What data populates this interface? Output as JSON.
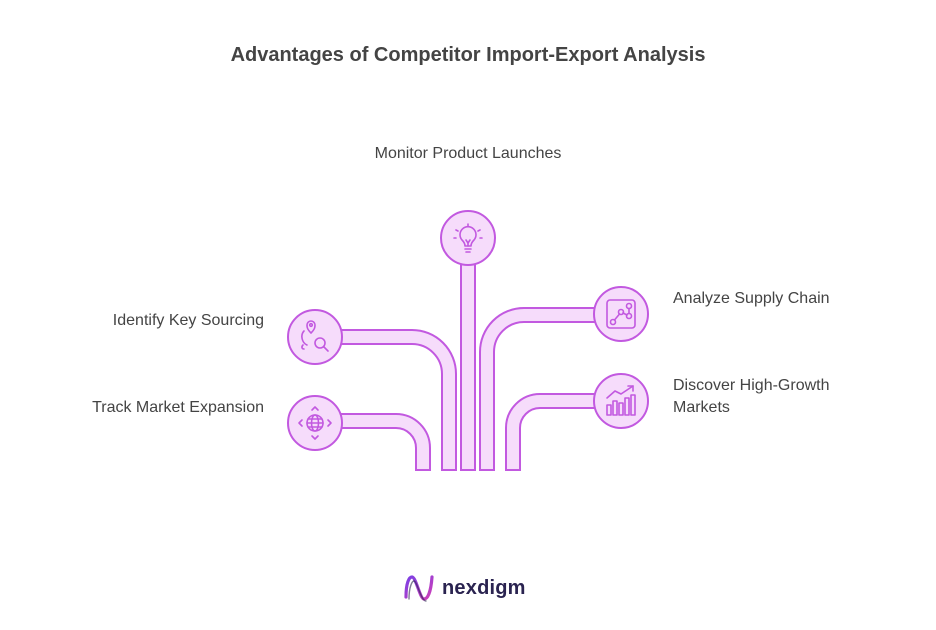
{
  "title": "Advantages of Competitor Import-Export Analysis",
  "items": {
    "monitor": {
      "label": "Monitor Product Launches",
      "icon": "lightbulb-icon"
    },
    "sourcing": {
      "label": "Identify Key Sourcing",
      "icon": "location-search-icon"
    },
    "track": {
      "label": "Track Market Expansion",
      "icon": "globe-icon"
    },
    "supply": {
      "label": "Analyze Supply Chain",
      "icon": "network-nodes-icon"
    },
    "discover": {
      "label": "Discover High-Growth Markets",
      "icon": "growth-chart-icon"
    }
  },
  "brand": {
    "name": "nexdigm"
  },
  "colors": {
    "stroke": "#c259e0",
    "fill": "#f6dcfb",
    "text": "#444444"
  }
}
